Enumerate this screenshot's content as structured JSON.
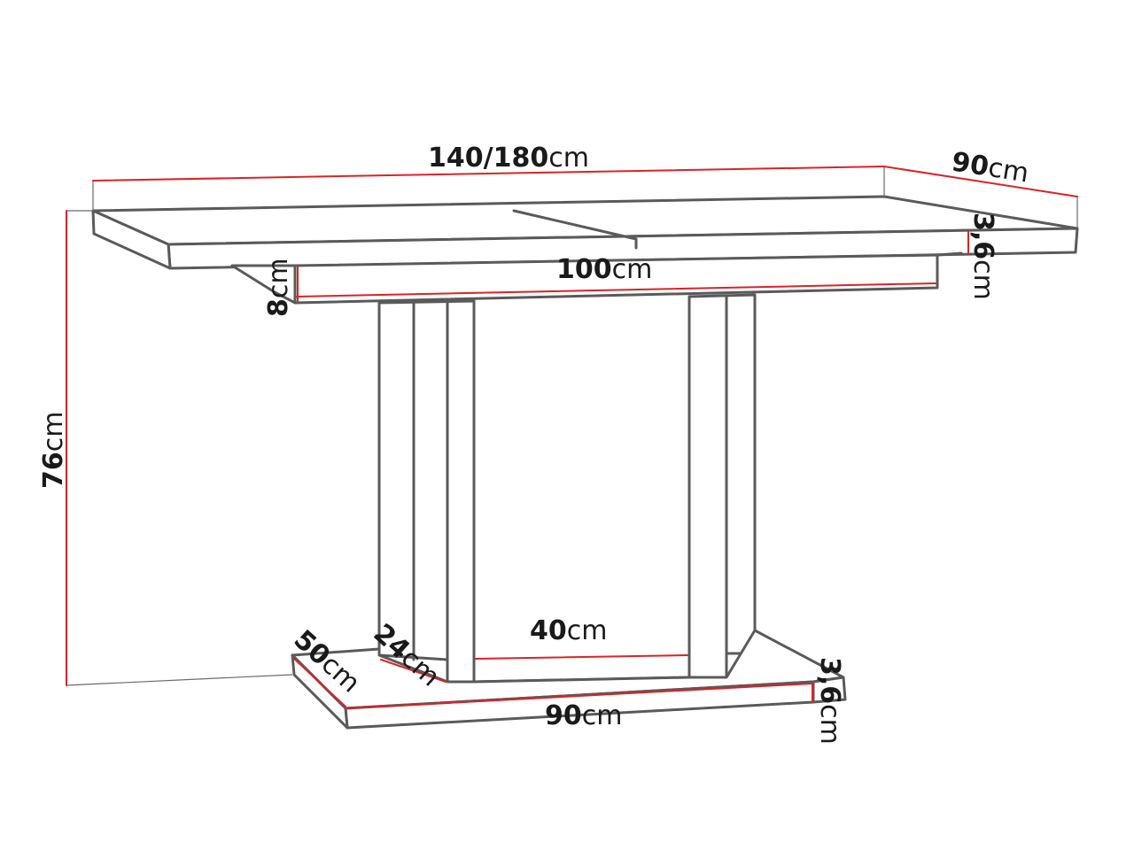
{
  "dimensions": {
    "length": {
      "value": "140/180",
      "unit": "cm"
    },
    "depth": {
      "value": "90",
      "unit": "cm"
    },
    "top_thickness": {
      "value": "3,6",
      "unit": "cm"
    },
    "frame_length": {
      "value": "100",
      "unit": "cm"
    },
    "frame_height": {
      "value": "8",
      "unit": "cm"
    },
    "height": {
      "value": "76",
      "unit": "cm"
    },
    "leg_width": {
      "value": "40",
      "unit": "cm"
    },
    "leg_depth": {
      "value": "24",
      "unit": "cm"
    },
    "base_depth": {
      "value": "50",
      "unit": "cm"
    },
    "base_length": {
      "value": "90",
      "unit": "cm"
    },
    "base_thickness": {
      "value": "3,6",
      "unit": "cm"
    }
  },
  "colors": {
    "outline": "#5a5a5a",
    "dimension_line": "#d8232a",
    "text": "#1a1a1a"
  }
}
